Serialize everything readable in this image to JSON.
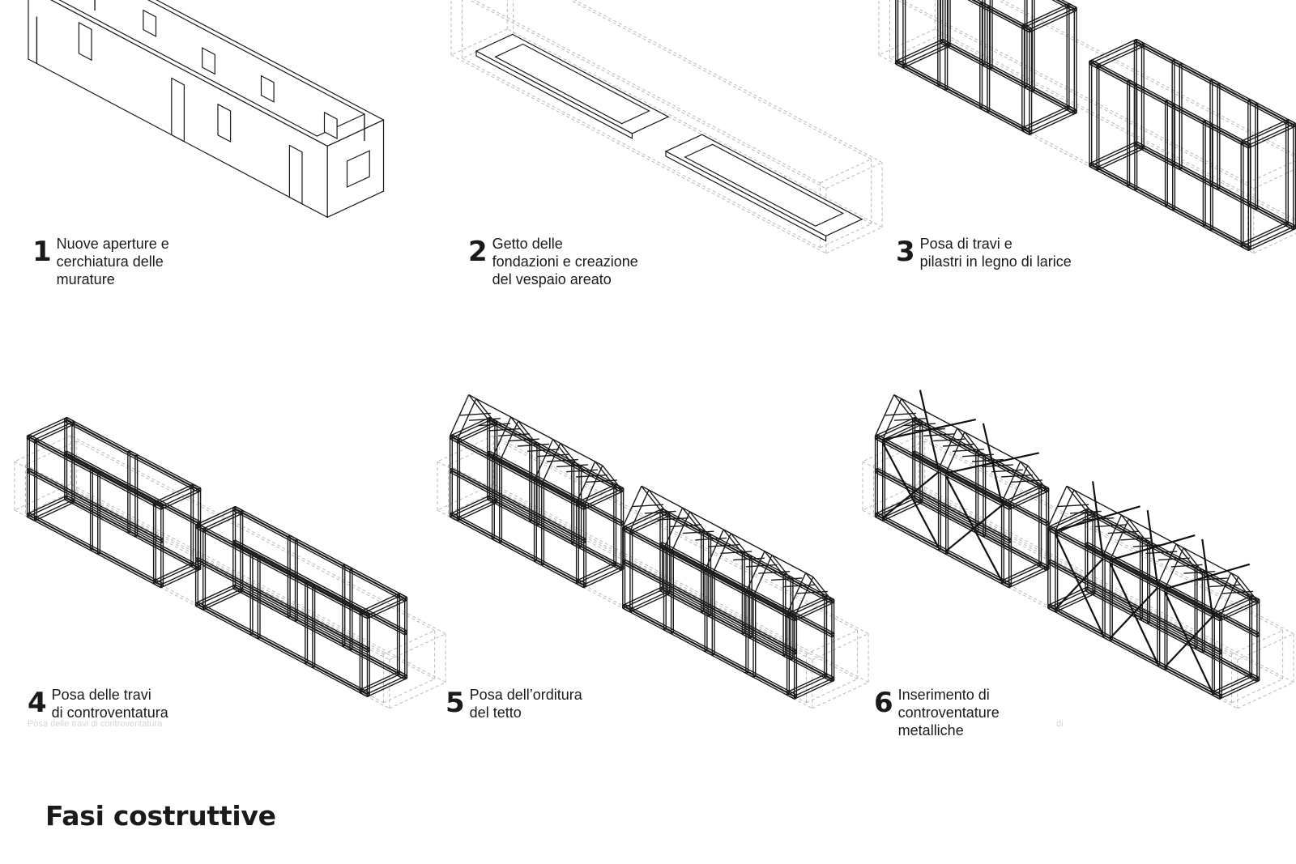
{
  "title": "Fasi costruttive",
  "steps": [
    {
      "number": "1",
      "lines": [
        "Nuove aperture e",
        "cerchiatura delle",
        "murature"
      ]
    },
    {
      "number": "2",
      "lines": [
        "Getto delle",
        "fondazioni e creazione",
        "del vespaio areato"
      ]
    },
    {
      "number": "3",
      "lines": [
        "Posa di travi e",
        "pilastri in legno di larice"
      ]
    },
    {
      "number": "4",
      "lines": [
        "Posa delle travi",
        "di controventatura"
      ],
      "ghost": "Posa delle travi di controventatura"
    },
    {
      "number": "5",
      "lines": [
        "Posa dell’orditura",
        "del tetto"
      ]
    },
    {
      "number": "6",
      "lines": [
        "Inserimento di",
        "controventature",
        "metalliche"
      ],
      "ghost": "di"
    }
  ]
}
